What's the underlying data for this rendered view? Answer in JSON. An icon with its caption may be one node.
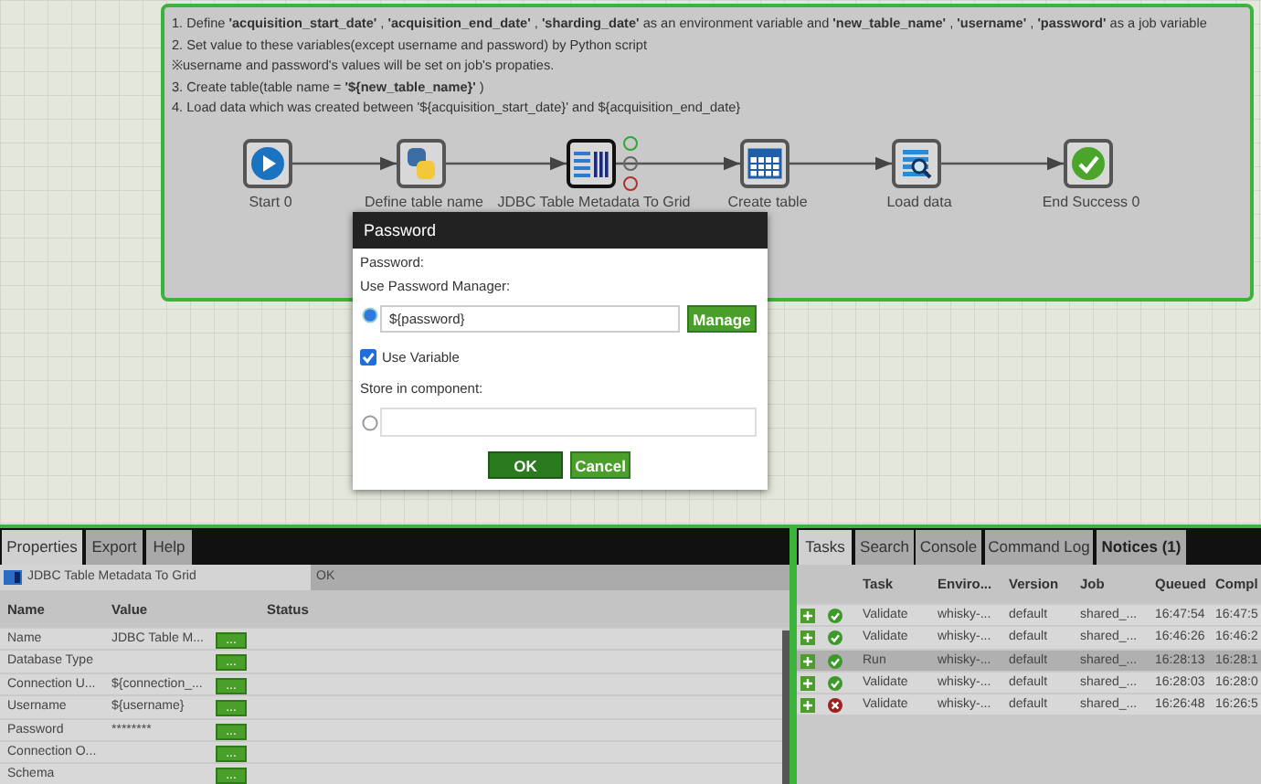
{
  "diagram": {
    "nodes": [
      {
        "text": [
          "1. Define **'acquisition_start_date'** , **'acquisition_end_date'** , **'sharding_date'** as an environment variable and **'new_table_name'** , **'username'** , **'password'** as a job variable",
          "2. Set value to these variables(except username and password) by Python script",
          "※username and password's values will be set on job's propaties.",
          "3. Create table(table name = **'${new_table_name}'** )",
          "4. Load data which was created between '${acquisition_start_date}' and ${acquisition_end_date}"
        ]
      },
      {
        "text": [
          "Start 0"
        ],
        "in": 0
      },
      {
        "text": [
          "Define table name"
        ],
        "in": 0
      },
      {
        "text": [
          "JDBC Table Metadata To Grid 0"
        ],
        "in": 0
      },
      {
        "text": [
          "Create table"
        ],
        "in": 0
      },
      {
        "text": [
          "Load data"
        ],
        "in": 0
      },
      {
        "text": [
          "End Success 0"
        ],
        "in": 0
      }
    ],
    "edges": [
      {
        "from": 1,
        "to": 2,
        "arrow": "to"
      },
      {
        "from": 2,
        "to": 3,
        "arrow": "to"
      },
      {
        "from": 3,
        "to": 4,
        "arrow": "to"
      },
      {
        "from": 4,
        "to": 5,
        "arrow": "to"
      },
      {
        "from": 5,
        "to": 6,
        "arrow": "to"
      }
    ],
    "labels": [
      "Password",
      "Password:",
      "Use Password Manager:",
      "${password}",
      "Manage",
      "Use Variable",
      "Store in component:",
      "OK",
      "Cancel",
      "Properties",
      "Export",
      "Help",
      "JDBC Table Metadata To Grid",
      "OK",
      "Name",
      "Value",
      "Status",
      "Name",
      "JDBC Table M...",
      "...",
      "Database Type",
      "...",
      "Connection U...",
      "${connection_...",
      "...",
      "Username",
      "${username}",
      "...",
      "Password",
      "********",
      "...",
      "Connection O...",
      "...",
      "Schema",
      "...",
      "Tasks",
      "Search",
      "Console",
      "Command Log",
      "Notices (1)",
      "Task",
      "Enviro...",
      "Version",
      "Job",
      "Queued",
      "Compl",
      "Validate",
      "whisky-...",
      "default",
      "shared_...",
      "16:47:54",
      "16:47:5",
      "Validate",
      "whisky-...",
      "default",
      "shared_...",
      "16:46:26",
      "16:46:2",
      "Run",
      "whisky-...",
      "default",
      "shared_...",
      "16:28:13",
      "16:28:1",
      "Validate",
      "whisky-...",
      "default",
      "shared_...",
      "16:28:03",
      "16:28:0",
      "Validate",
      "whisky-...",
      "default",
      "shared_...",
      "16:26:48",
      "16:26:5"
    ]
  }
}
